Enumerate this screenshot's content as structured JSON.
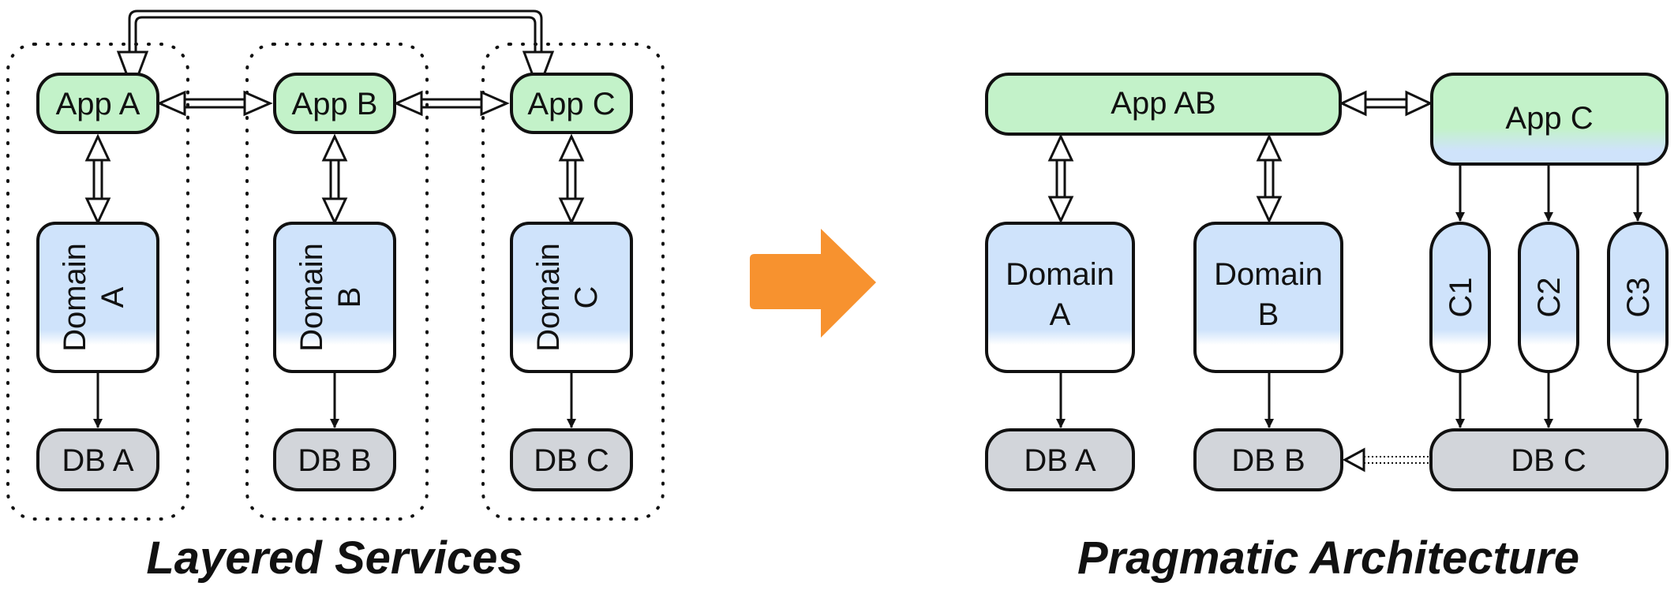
{
  "left": {
    "caption": "Layered Services",
    "apps": [
      "App A",
      "App B",
      "App C"
    ],
    "domains": [
      {
        "line1": "Domain",
        "line2": "A"
      },
      {
        "line1": "Domain",
        "line2": "B"
      },
      {
        "line1": "Domain",
        "line2": "C"
      }
    ],
    "dbs": [
      "DB A",
      "DB B",
      "DB C"
    ]
  },
  "right": {
    "caption": "Pragmatic Architecture",
    "app_ab": "App AB",
    "app_c": "App C",
    "domain_a": {
      "line1": "Domain",
      "line2": "A"
    },
    "domain_b": {
      "line1": "Domain",
      "line2": "B"
    },
    "components": [
      "C1",
      "C2",
      "C3"
    ],
    "db_a": "DB A",
    "db_b": "DB B",
    "db_c": "DB C"
  },
  "colors": {
    "app_fill": "#c3f2c9",
    "domain_fill": "#cfe3fb",
    "db_fill": "#d2d5da",
    "transition_arrow": "#f7922f",
    "stroke": "#111111"
  }
}
